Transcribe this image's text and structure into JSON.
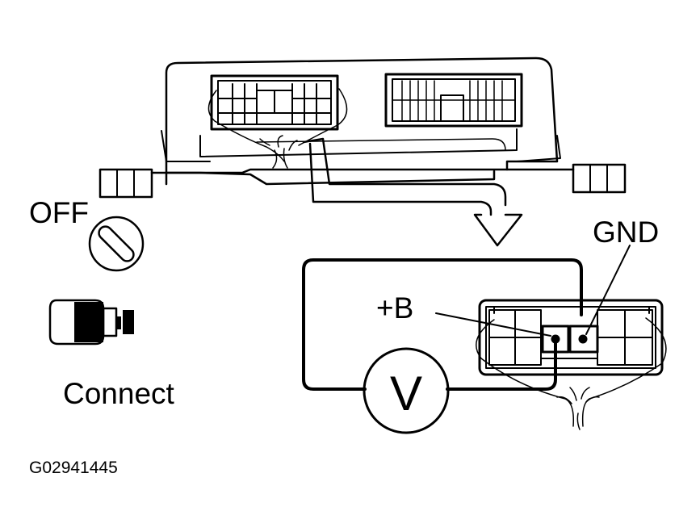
{
  "labels": {
    "off": "OFF",
    "connect": "Connect",
    "gnd": "GND",
    "plus_b": "+B",
    "voltmeter": "V",
    "figure_code": "G02941445"
  },
  "colors": {
    "line": "#000000",
    "background": "#ffffff"
  },
  "icons": {
    "ignition_switch": "ignition-key-off-icon",
    "connector_plug": "connector-plug-icon"
  }
}
